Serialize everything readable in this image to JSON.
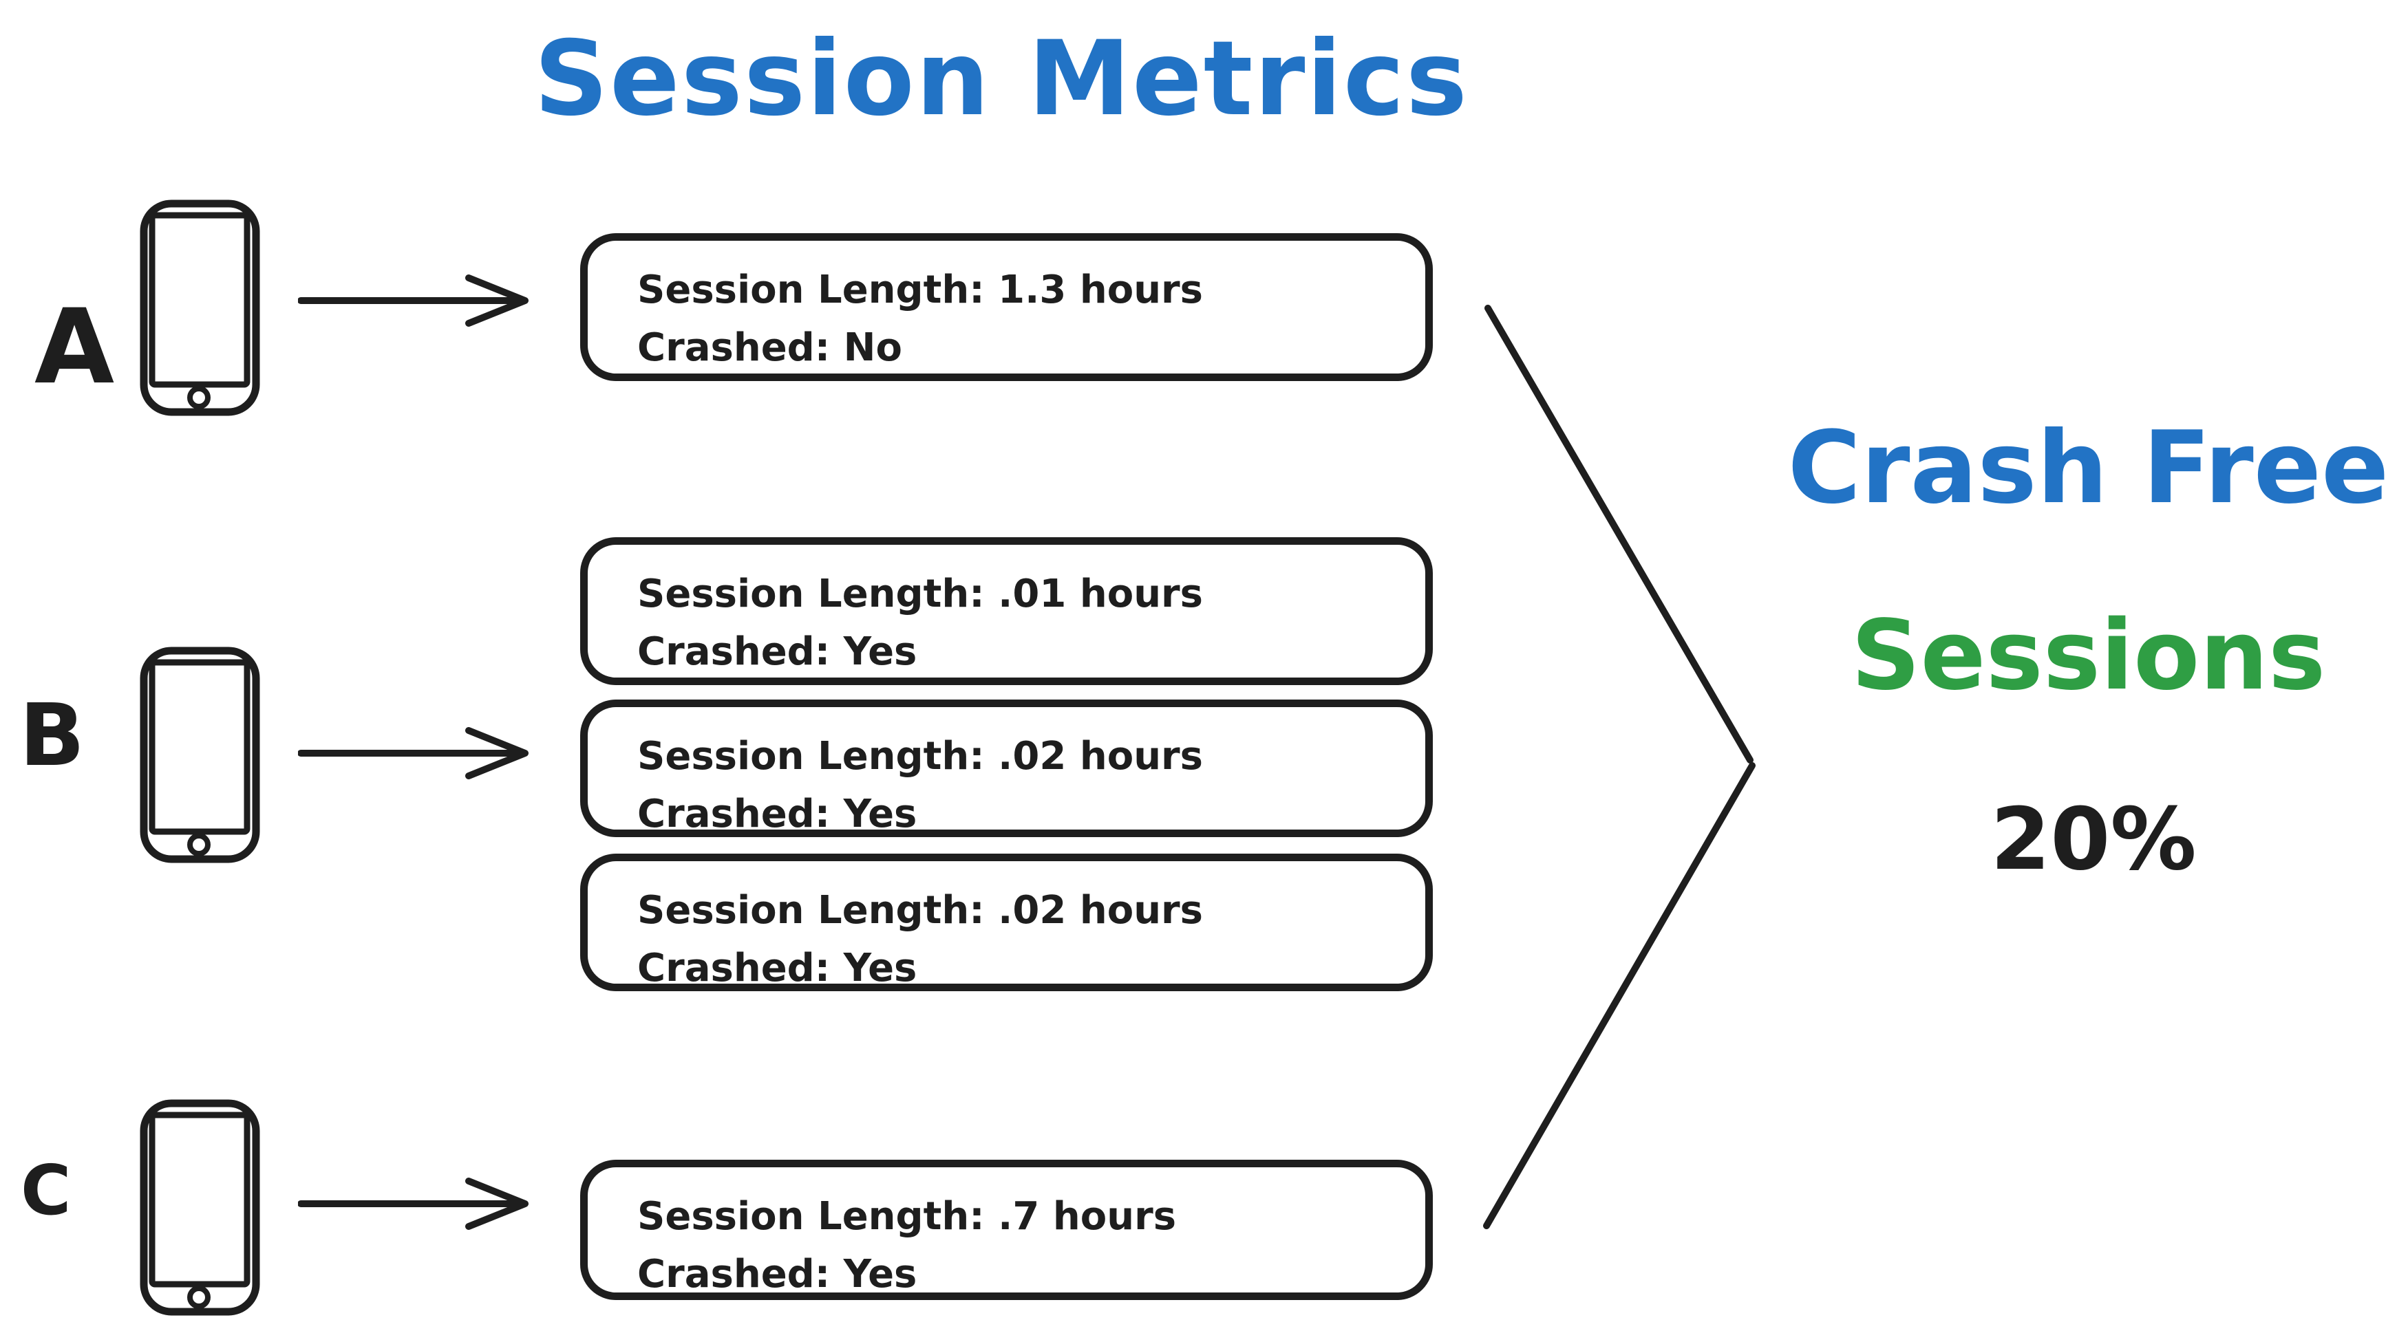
{
  "title": "Session Metrics",
  "colors": {
    "blue": "#2273c5",
    "green": "#2f9e44",
    "ink": "#1e1e1e"
  },
  "devices": [
    {
      "label": "A"
    },
    {
      "label": "B"
    },
    {
      "label": "C"
    }
  ],
  "boxes": [
    {
      "line1": "Session Length: 1.3 hours",
      "line2": "Crashed: No"
    },
    {
      "line1": "Session Length: .01 hours",
      "line2": "Crashed: Yes"
    },
    {
      "line1": "Session Length: .02 hours",
      "line2": "Crashed: Yes"
    },
    {
      "line1": "Session Length: .02 hours",
      "line2": "Crashed: Yes"
    },
    {
      "line1": "Session Length: .7 hours",
      "line2": "Crashed: Yes"
    }
  ],
  "result": {
    "line1": "Crash Free",
    "line2": "Sessions",
    "value": "20%"
  }
}
